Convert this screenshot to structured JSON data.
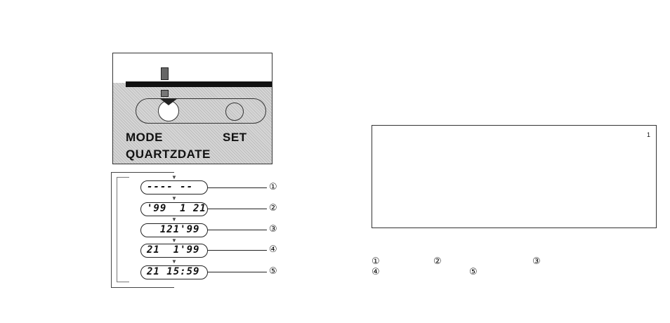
{
  "panel": {
    "mode_label": "MODE",
    "set_label": "SET",
    "quartzdate_label": "QUARTZDATE"
  },
  "sequence": [
    {
      "display": "---- --",
      "marker": "①"
    },
    {
      "display": "'99  1 21",
      "marker": "②"
    },
    {
      "display": "  121'99",
      "marker": "③"
    },
    {
      "display": "21  1'99",
      "marker": "④"
    },
    {
      "display": "21 15:59",
      "marker": "⑤"
    }
  ],
  "text_box": {
    "number": "1"
  },
  "legend": {
    "m1": "①",
    "m2": "②",
    "m3": "③",
    "m4": "④",
    "m5": "⑤"
  }
}
